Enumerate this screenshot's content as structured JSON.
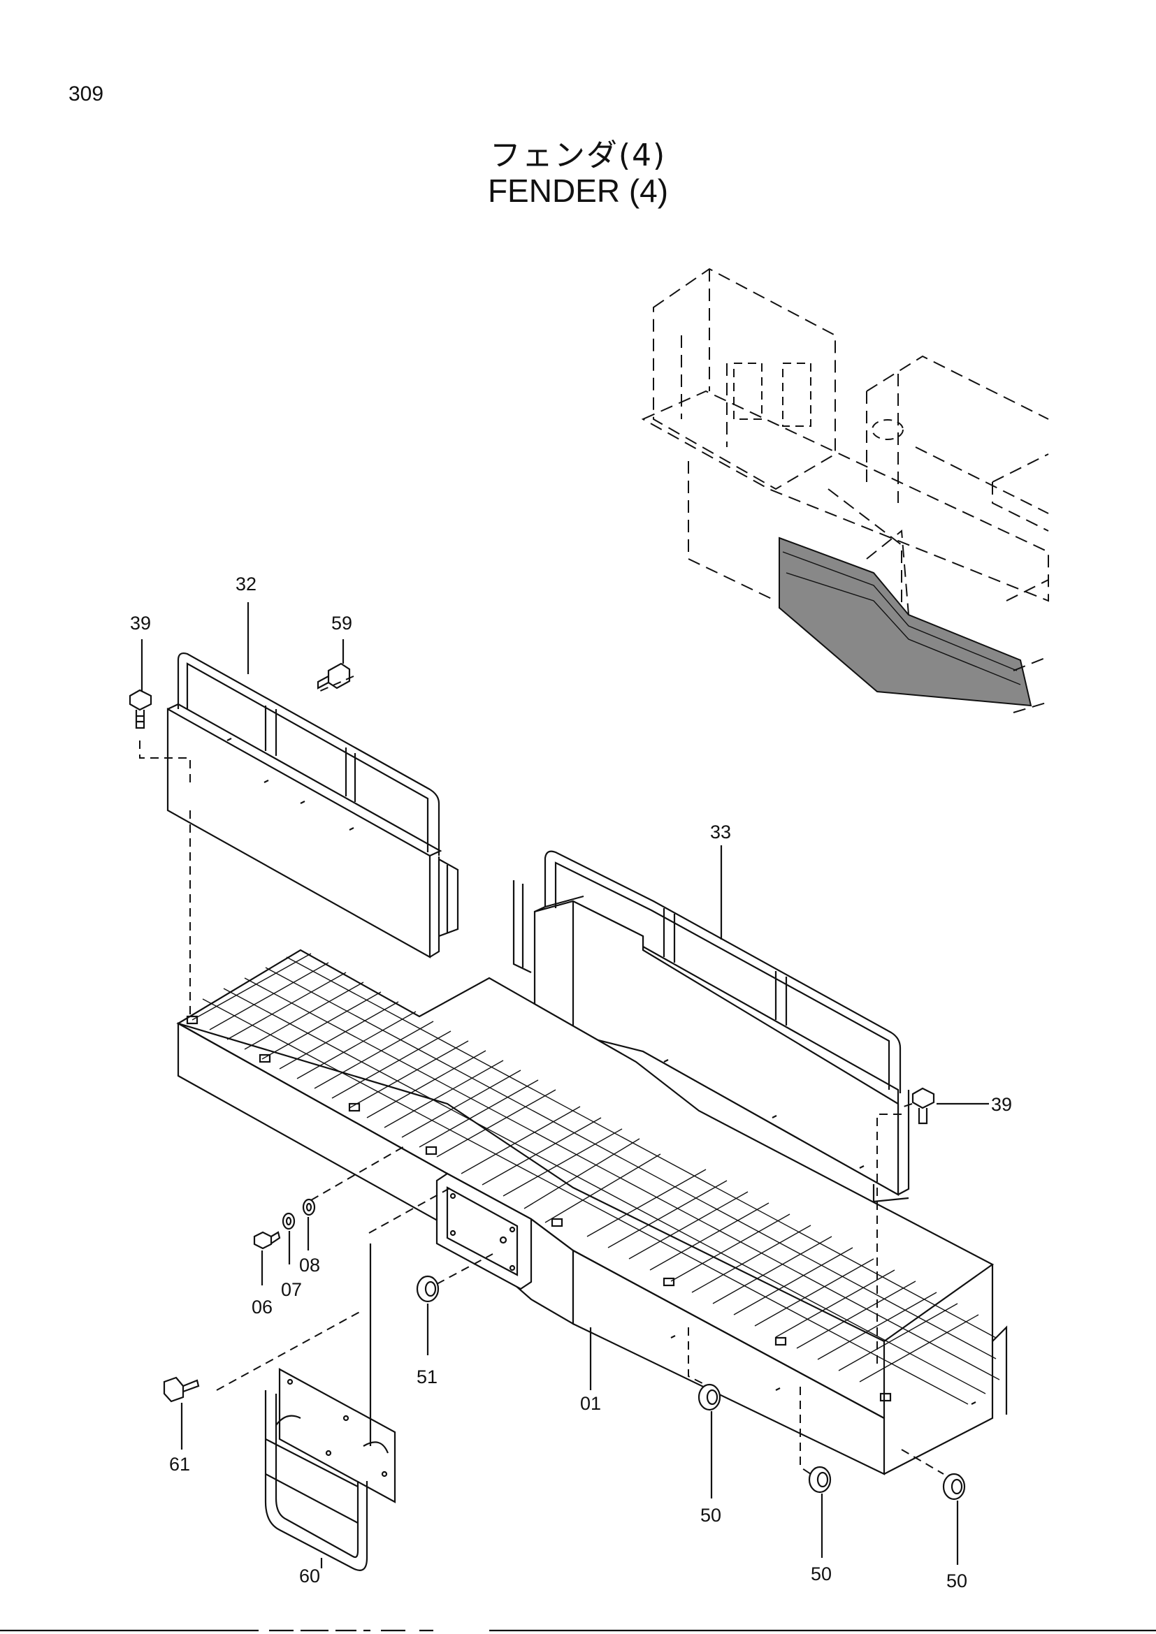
{
  "page": {
    "number": "309"
  },
  "title": {
    "japanese": "フェンダ(4)",
    "english": "FENDER (4)"
  },
  "callouts": [
    "01",
    "06",
    "07",
    "08",
    "32",
    "33",
    "39",
    "39",
    "50",
    "50",
    "50",
    "51",
    "59",
    "60",
    "61"
  ]
}
